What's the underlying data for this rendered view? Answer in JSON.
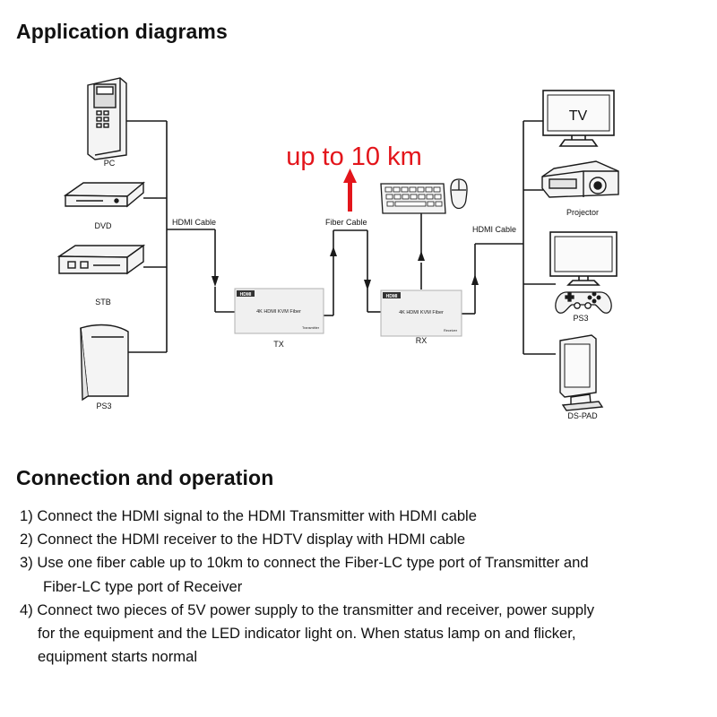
{
  "application": {
    "title": "Application diagrams"
  },
  "diagram": {
    "sources": [
      "PC",
      "DVD",
      "STB",
      "PS3"
    ],
    "displays": [
      "TV",
      "Projector",
      "PS3",
      "DS-PAD"
    ],
    "tv_screen_text": "TV",
    "cable_left": "HDMI Cable",
    "cable_mid": "Fiber Cable",
    "cable_right": "HDMI Cable",
    "distance": "up to 10 km",
    "tx": {
      "label": "TX",
      "logo": "HDMI",
      "product": "4K HDMI KVM Fiber",
      "role": "Transmitter"
    },
    "rx": {
      "label": "RX",
      "logo": "HDMI",
      "product": "4K HDMI KVM Fiber",
      "role": "Receiver"
    },
    "colors": {
      "accent": "#e3151b",
      "line": "#1a1a1a",
      "device_fill": "#f0f0f0"
    }
  },
  "connection": {
    "title": "Connection and operation",
    "steps": [
      {
        "line1": "1) Connect the HDMI signal to the HDMI Transmitter with HDMI cable"
      },
      {
        "line1": "2) Connect the HDMI receiver to the HDTV display with HDMI cable"
      },
      {
        "line1": "3) Use one fiber cable up to 10km to connect the Fiber-LC type port of Transmitter and",
        "line2": "Fiber-LC type port of Receiver"
      },
      {
        "line1": "4) Connect two pieces of 5V power supply to the transmitter and receiver, power supply",
        "line2": "for the equipment and the LED indicator light on. When status lamp on and flicker,",
        "line3": "equipment starts normal"
      }
    ]
  }
}
